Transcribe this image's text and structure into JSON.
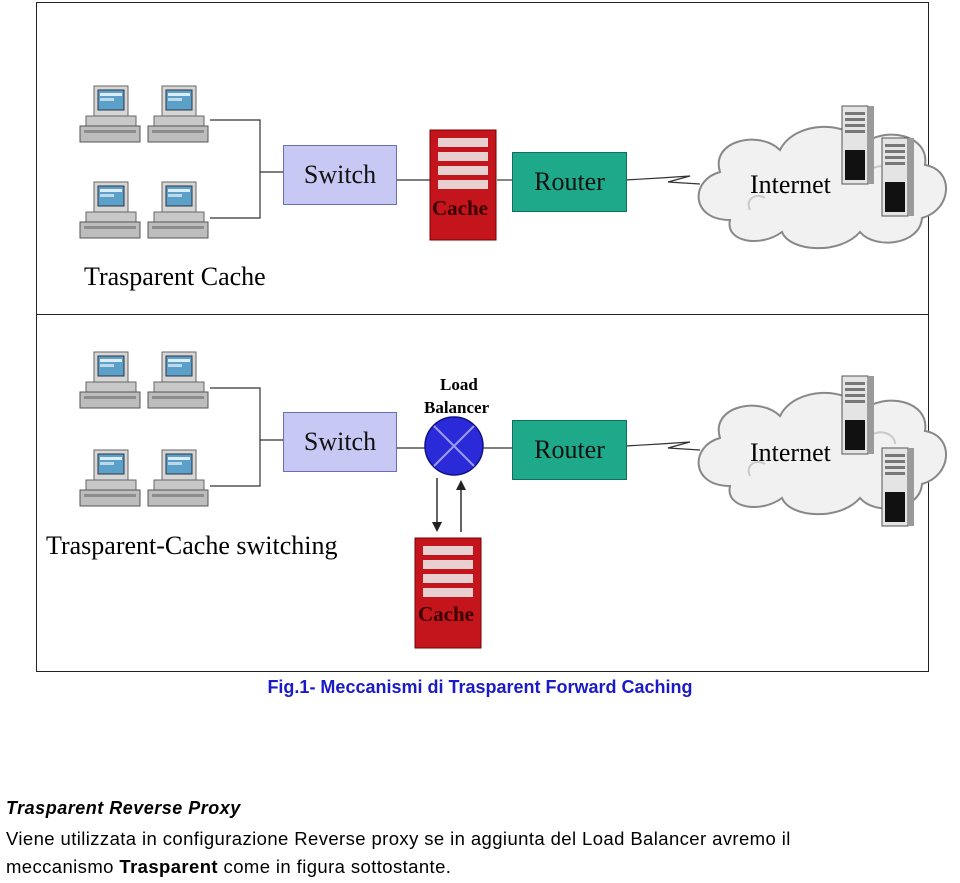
{
  "figure": {
    "top_panel": {
      "switch_label": "Switch",
      "cache_label": "Cache",
      "router_label": "Router",
      "internet_label": "Internet",
      "panel_title": "Trasparent Cache"
    },
    "bottom_panel": {
      "switch_label": "Switch",
      "load_balancer_line1": "Load",
      "load_balancer_line2": "Balancer",
      "router_label": "Router",
      "internet_label": "Internet",
      "cache_label": "Cache",
      "panel_title": "Trasparent-Cache switching"
    },
    "caption": "Fig.1- Meccanismi di Trasparent Forward Caching",
    "colors": {
      "switch_fill": "#c8c8f4",
      "router_fill": "#1eaa8a",
      "cache_fill": "#c4141c",
      "load_balancer_fill": "#2a2ad8"
    }
  },
  "text": {
    "heading": "Trasparent Reverse Proxy",
    "paragraph_line1": "Viene utilizzata in configurazione Reverse  proxy  se in aggiunta del Load Balancer avremo il",
    "paragraph_line2_start": "meccanismo ",
    "paragraph_line2_bold": "Trasparent",
    "paragraph_line2_end": " come in figura sottostante."
  }
}
